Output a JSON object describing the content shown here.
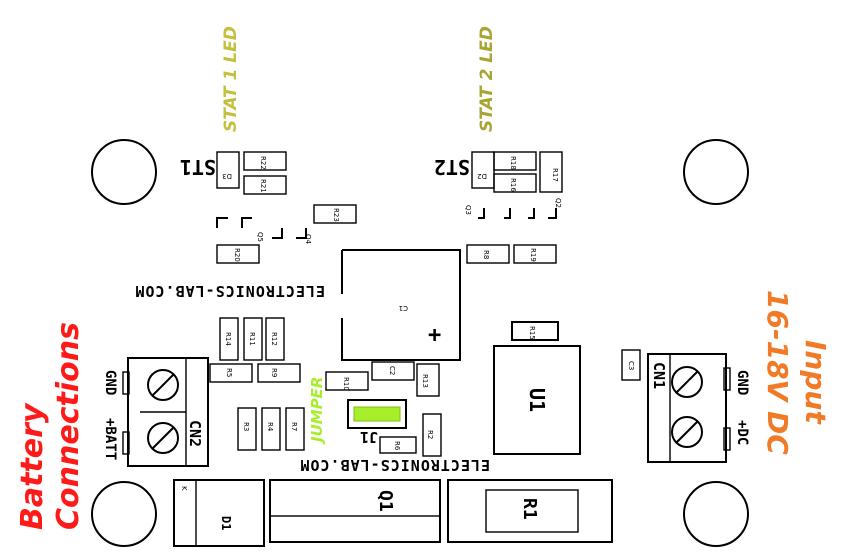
{
  "annotations": {
    "battery_line1": "Battery",
    "battery_line2": "Connections",
    "dc_input_line1": "16-18V DC",
    "dc_input_line2": "Input",
    "stat1": "STAT 1 LED",
    "stat2": "STAT 2 LED",
    "jumper": "JUMPER"
  },
  "silkscreen": {
    "brand_top": "ELECTRONICS-LAB.COM",
    "brand_bottom": "ELECTRONICS-LAB.COM",
    "st1": "ST1",
    "st2": "ST2",
    "j1": "J1",
    "q1": "Q1",
    "r1": "R1",
    "u1": "U1",
    "c1": "C1",
    "d1": "D1",
    "k": "K",
    "cn1": "CN1",
    "cn2": "CN2",
    "gnd_right": "GND",
    "dc_plus": "+DC",
    "gnd_left": "GND",
    "batt_plus": "+BATT",
    "plus": "+"
  },
  "components": {
    "d3": "D3",
    "r22": "R22",
    "r21": "R21",
    "r23": "R23",
    "q5": "Q5",
    "q4": "Q4",
    "r20": "R20",
    "d2": "D2",
    "r18": "R18",
    "r16": "R16",
    "r17": "R17",
    "q3": "Q3",
    "q2": "Q2",
    "r8": "R8",
    "r19": "R19",
    "r14": "R14",
    "r11": "R11",
    "r12": "R12",
    "r5": "R5",
    "r9": "R9",
    "r3": "R3",
    "r4": "R4",
    "r7": "R7",
    "r10": "R10",
    "c2": "C2",
    "r13": "R13",
    "r6": "R6",
    "r2": "R2",
    "r15": "R15",
    "c3": "C3"
  },
  "colors": {
    "red": "#ff1a1a",
    "orange": "#f07a26",
    "olive": "#c2c03d",
    "jumper_green": "#a9ee2a",
    "silkscreen": "#000000"
  }
}
